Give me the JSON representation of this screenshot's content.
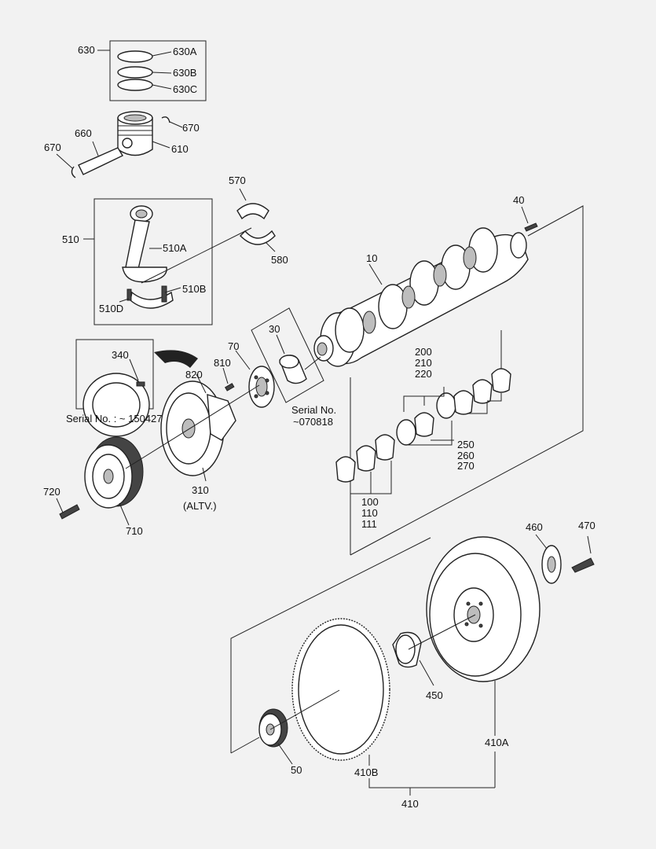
{
  "diagram": {
    "labels": {
      "l630": "630",
      "l630a": "630A",
      "l630b": "630B",
      "l630c": "630C",
      "l670a": "670",
      "l660": "660",
      "l670b": "670",
      "l610": "610",
      "l570": "570",
      "l580": "580",
      "l40": "40",
      "l510": "510",
      "l510a": "510A",
      "l510b": "510B",
      "l510d": "510D",
      "l10": "10",
      "l30": "30",
      "l70": "70",
      "l340": "340",
      "l820": "820",
      "l810": "810",
      "serial1": "Serial No. : ~ 150427",
      "serial2a": "Serial No.",
      "serial2b": "~070818",
      "l200": "200",
      "l210": "210",
      "l220": "220",
      "l250": "250",
      "l260": "260",
      "l270": "270",
      "l100": "100",
      "l110": "110",
      "l111": "111",
      "l310": "310",
      "altv": "(ALTV.)",
      "l720": "720",
      "l710": "710",
      "l460": "460",
      "l470": "470",
      "l450": "450",
      "l410a": "410A",
      "l410b": "410B",
      "l410": "410",
      "l50": "50"
    },
    "colors": {
      "background": "#f2f2f2",
      "line": "#222222",
      "shade": "#bdbdbd"
    }
  }
}
